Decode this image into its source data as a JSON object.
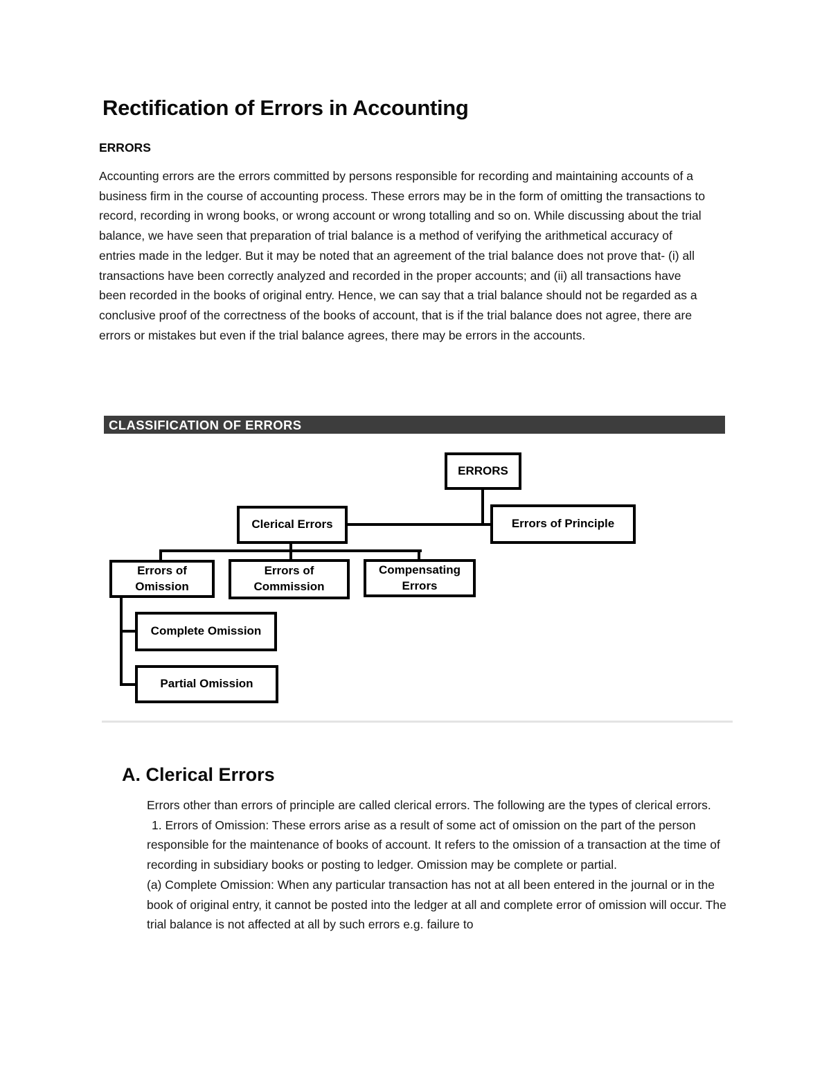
{
  "document": {
    "title": "Rectification of Errors in Accounting"
  },
  "intro": {
    "heading": "ERRORS",
    "body": "Accounting errors are the errors committed by persons responsible for recording and maintaining accounts of a business firm in the course of accounting process. These errors may be in the form of omitting the transactions to record, recording in wrong books, or wrong account or wrong totalling and so on. While discussing about the trial balance, we have seen that preparation of trial balance is a method of verifying the arithmetical accuracy of entries made in the ledger. But it may be noted that an agreement of the trial balance does not prove that- (i) all transactions have been correctly analyzed and recorded in the proper accounts; and (ii) all transactions have been recorded in the books of original entry. Hence, we can say that a trial balance should not be regarded as a conclusive proof of the correctness of the books of account, that is if the trial balance does not agree, there are errors or mistakes but even if the trial balance agrees, there may be errors in the accounts."
  },
  "diagram": {
    "banner": "CLASSIFICATION OF ERRORS",
    "nodes": {
      "root": "ERRORS",
      "clerical": "Clerical Errors",
      "principle": "Errors of Principle",
      "omission": "Errors of Omission",
      "commission": "Errors of Commission",
      "compensating": "Compensating Errors",
      "complete": "Complete Omission",
      "partial": "Partial Omission"
    }
  },
  "section_a": {
    "heading": "A. Clerical Errors",
    "intro": "Errors other than errors of principle are called clerical errors. The following are the types of clerical errors.",
    "item1": "1. Errors of Omission: These errors arise as a result of some act of omission on the part of the person responsible for the maintenance of books of account. It refers to the omission of a transaction at the time of recording in subsidiary books or posting to ledger. Omission may be complete or partial.",
    "item1a": "(a) Complete Omission: When any particular transaction has not at all been entered in the journal or in the book of original entry, it cannot be posted into the ledger at all and complete error of omission will occur. The trial balance is not affected at all by such errors e.g. failure to"
  },
  "colors": {
    "banner_bg": "#3d3d3d",
    "banner_text": "#ffffff",
    "box_border": "#000000",
    "text": "#161616",
    "divider": "#e4e4e4"
  }
}
